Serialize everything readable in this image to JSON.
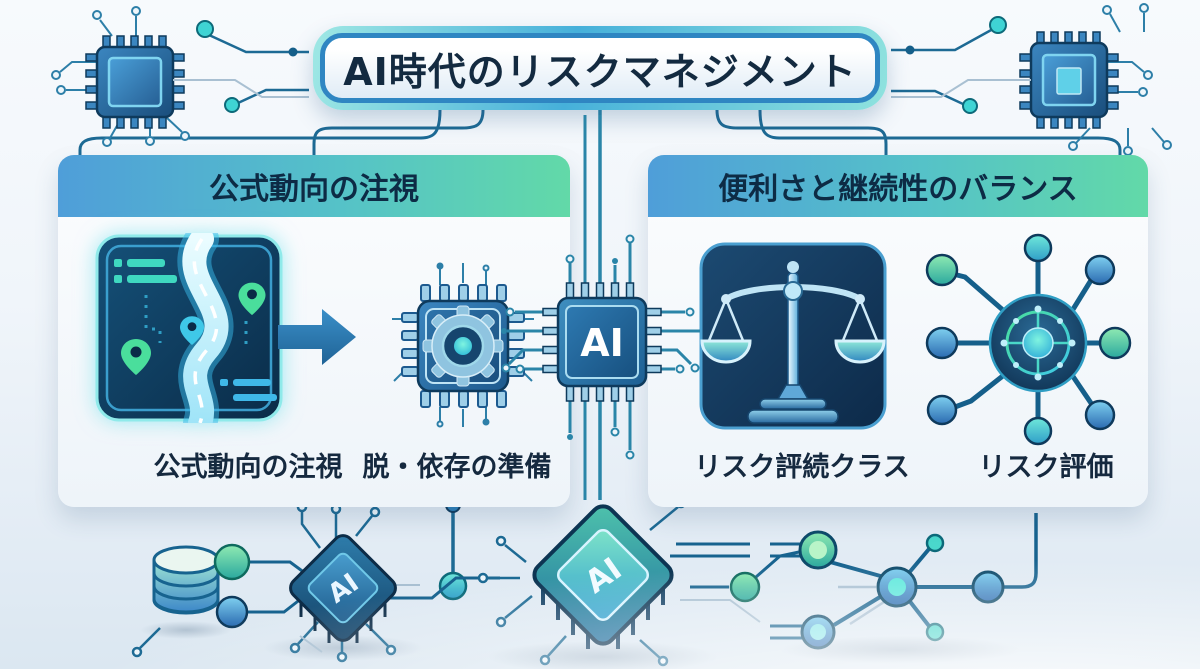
{
  "title": "AI時代のリスクマネジメント",
  "panels": {
    "left": {
      "header": "公式動向の注視",
      "items": [
        {
          "icon": "roadmap-icon",
          "label": "公式動向の注視"
        },
        {
          "icon": "gear-chip-icon",
          "label": "脱・依存の準備"
        }
      ]
    },
    "right": {
      "header": "便利さと継続性のバランス",
      "items": [
        {
          "icon": "balance-scale-icon",
          "label": "リスク評続クラス"
        },
        {
          "icon": "network-hub-icon",
          "label": "リスク評価"
        }
      ]
    }
  },
  "chips": {
    "center": "AI",
    "bottom_left": "AI",
    "bottom_center": "AI"
  },
  "colors": {
    "header_gradient_start": "#4f9ed9",
    "header_gradient_end": "#62d9a8",
    "title_border_blue": "#2f86c2",
    "title_ring_teal": "#46b0da",
    "accent_teal": "#3fc8d8",
    "accent_green": "#4ade9c",
    "accent_blue": "#2e7fb8",
    "icon_navy": "#0d2a49",
    "text_dark": "#132a40",
    "trace_dark": "#1d6a94",
    "trace_light": "#a9c0d2"
  }
}
